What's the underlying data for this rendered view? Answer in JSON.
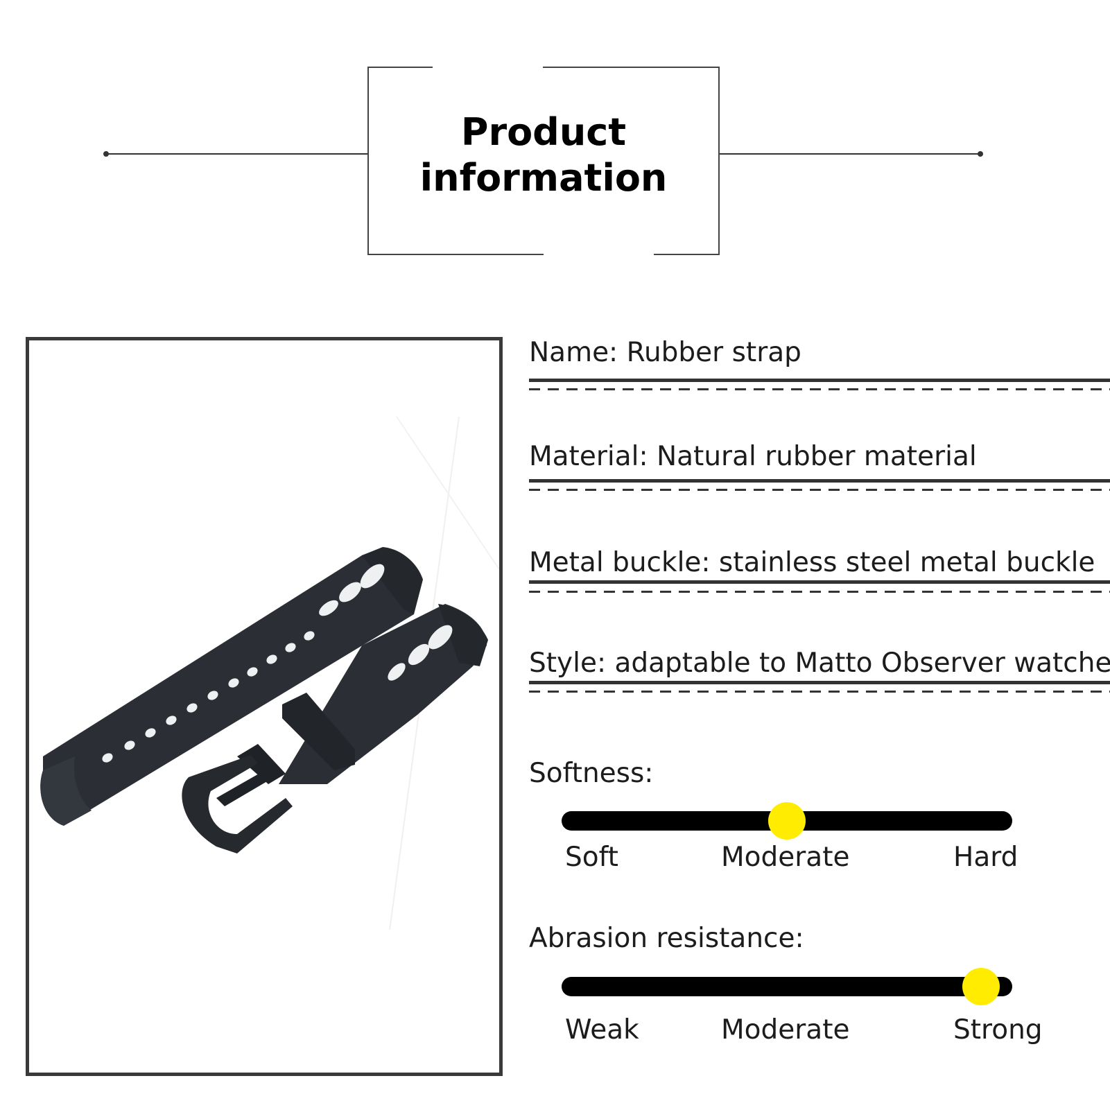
{
  "header": {
    "title_line1": "Product",
    "title_line2": "information"
  },
  "product_image": {
    "subject": "black rubber watch strap with buckle"
  },
  "specs": [
    {
      "text": "Name: Rubber strap"
    },
    {
      "text": "Material: Natural rubber material"
    },
    {
      "text": "Metal buckle: stainless steel metal buckle"
    },
    {
      "text": "Style: adaptable to Matto Observer watches"
    }
  ],
  "ratings": [
    {
      "label": "Softness:",
      "scale": [
        "Soft",
        "Moderate",
        "Hard"
      ],
      "level": 0.5
    },
    {
      "label": "Abrasion resistance:",
      "scale": [
        "Weak",
        "Moderate",
        "Strong"
      ],
      "level": 0.93
    }
  ],
  "colors": {
    "knob": "#ffec00",
    "track": "#000000",
    "frame": "#3a3a3a"
  }
}
